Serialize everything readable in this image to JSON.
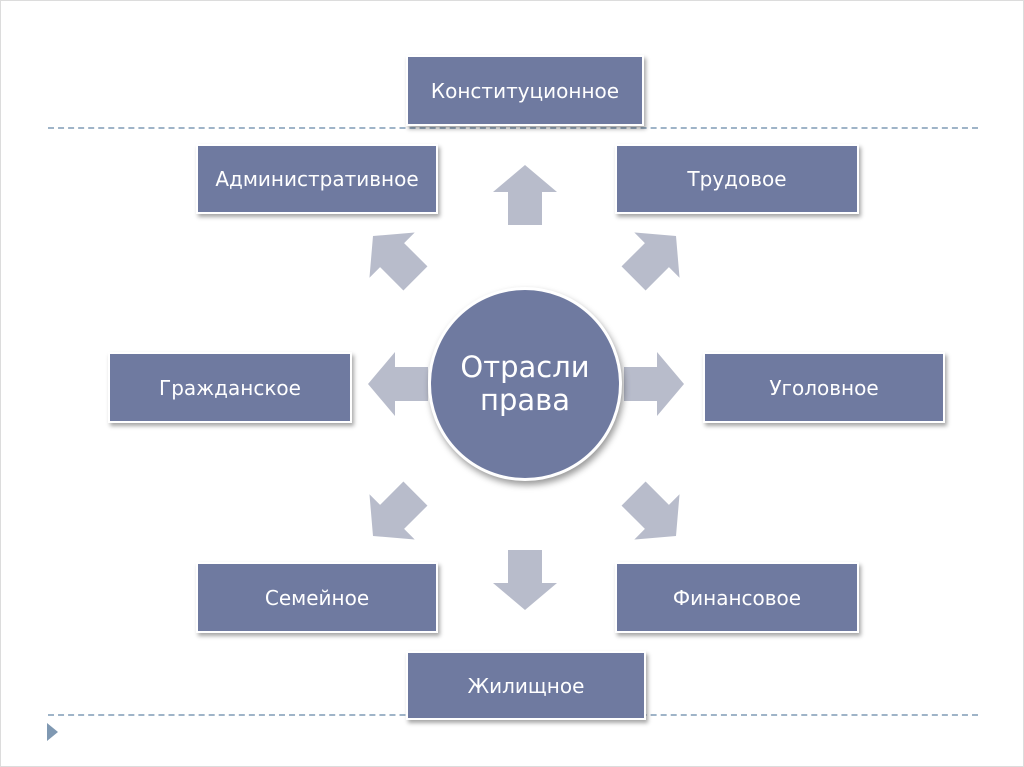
{
  "center": {
    "line1": "Отрасли",
    "line2": "права"
  },
  "branches": {
    "constitutional": "Конституционное",
    "administrative": "Административное",
    "labor": "Трудовое",
    "civil": "Гражданское",
    "criminal": "Уголовное",
    "family": "Семейное",
    "financial": "Финансовое",
    "housing": "Жилищное"
  },
  "colors": {
    "box_fill": "#6f7aa0",
    "arrow_fill": "#b8bccb",
    "dash_line": "#9fb4c8",
    "play_icon": "#7f98b2"
  },
  "icons": {
    "slide_marker": "play-icon"
  }
}
